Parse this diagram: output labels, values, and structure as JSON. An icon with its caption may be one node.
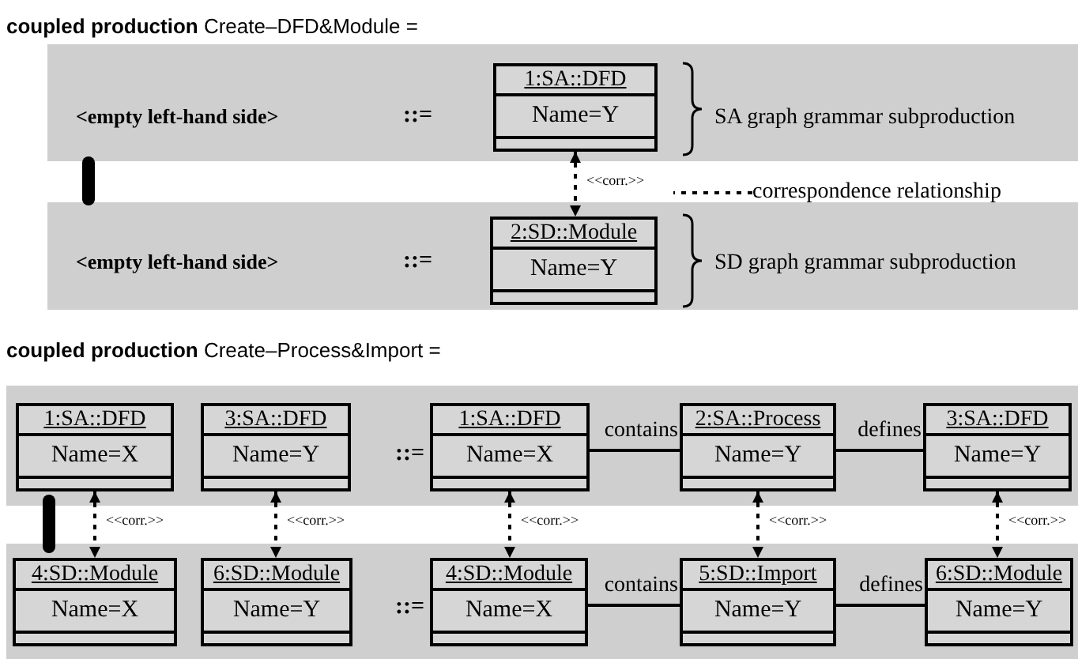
{
  "diagram": {
    "title": "**coupled production** Create–DFD&Module =",
    "nodes": [
      {
        "text": [
          "1:SA::DFD",
          "Name=Y"
        ]
      },
      {
        "text": [
          "2:SD::Module",
          "Name=Y"
        ]
      },
      {
        "text": [
          "correspondence relationship"
        ]
      },
      {
        "text": [
          "1:SA::DFD",
          "Name=X"
        ]
      },
      {
        "text": [
          "3:SA::DFD",
          "Name=Y"
        ]
      },
      {
        "text": [
          "1:SA::DFD",
          "Name=X"
        ]
      },
      {
        "text": [
          "2:SA::Process",
          "Name=Y"
        ]
      },
      {
        "text": [
          "3:SA::DFD",
          "Name=Y"
        ]
      },
      {
        "text": [
          "4:SD::Module",
          "Name=X"
        ]
      },
      {
        "text": [
          "6:SD::Module",
          "Name=Y"
        ]
      },
      {
        "text": [
          "4:SD::Module",
          "Name=X"
        ]
      },
      {
        "text": [
          "5:SD::Import",
          "Name=Y"
        ]
      },
      {
        "text": [
          "6:SD::Module",
          "Name=Y"
        ]
      }
    ],
    "edges": [
      {
        "from": 0,
        "to": 1,
        "arrow": "both",
        "label": "<<corr.>>",
        "style": "dashed"
      },
      {
        "from": 2,
        "to": null,
        "arrow": "none",
        "style": "dashed"
      },
      {
        "from": 5,
        "to": 6,
        "arrow": "other",
        "label": "contains"
      },
      {
        "from": 6,
        "to": 7,
        "arrow": "none",
        "label": "defines"
      },
      {
        "from": 10,
        "to": 11,
        "arrow": "other",
        "label": "contains"
      },
      {
        "from": 11,
        "to": 12,
        "arrow": "none",
        "label": "defines"
      },
      {
        "from": 3,
        "to": 8,
        "arrow": "both",
        "label": "<<corr.>>",
        "style": "dashed"
      },
      {
        "from": 4,
        "to": 9,
        "arrow": "both",
        "label": "<<corr.>>",
        "style": "dashed"
      },
      {
        "from": 5,
        "to": 10,
        "arrow": "both",
        "label": "<<corr.>>",
        "style": "dashed"
      },
      {
        "from": 6,
        "to": 11,
        "arrow": "both",
        "label": "<<corr.>>",
        "style": "dashed"
      },
      {
        "from": 7,
        "to": 12,
        "arrow": "both",
        "label": "<<corr.>>",
        "style": "dashed"
      }
    ],
    "labels": [
      "<empty left-hand side>",
      "::=",
      "SA graph grammar subproduction",
      "<empty left-hand side>",
      "::=",
      "SD graph grammar subproduction",
      "**coupled production** Create–Process&Import =",
      "::=",
      "::="
    ]
  }
}
